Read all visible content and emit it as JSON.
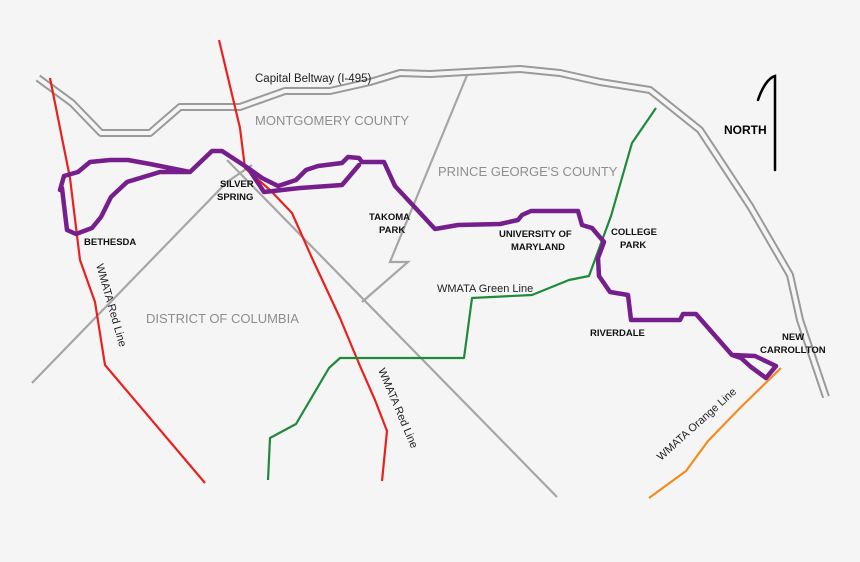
{
  "map": {
    "regions": {
      "montgomery": "MONTGOMERY COUNTY",
      "prince_georges": "PRINCE GEORGE'S COUNTY",
      "dc": "DISTRICT OF COLUMBIA"
    },
    "roads": {
      "beltway": "Capital Beltway (I-495)"
    },
    "metro_lines": {
      "red": "WMATA Red Line",
      "green": "WMATA Green Line",
      "orange": "WMATA Orange Line"
    },
    "stations": {
      "bethesda": "BETHESDA",
      "silver_spring_1": "SILVER",
      "silver_spring_2": "SPRING",
      "takoma_park_1": "TAKOMA",
      "takoma_park_2": "PARK",
      "umd_1": "UNIVERSITY OF",
      "umd_2": "MARYLAND",
      "college_park_1": "COLLEGE",
      "college_park_2": "PARK",
      "riverdale": "RIVERDALE",
      "new_carrollton_1": "NEW",
      "new_carrollton_2": "CARROLLTON"
    },
    "north_label": "NORTH",
    "colors": {
      "background": "#f5f5f5",
      "boundary": "#a6a6a6",
      "beltway": "#9a9a9a",
      "red_line": "#e8211e",
      "green_line": "#1e8a3a",
      "orange_line": "#f58b1f",
      "route": "#761e8c"
    }
  }
}
